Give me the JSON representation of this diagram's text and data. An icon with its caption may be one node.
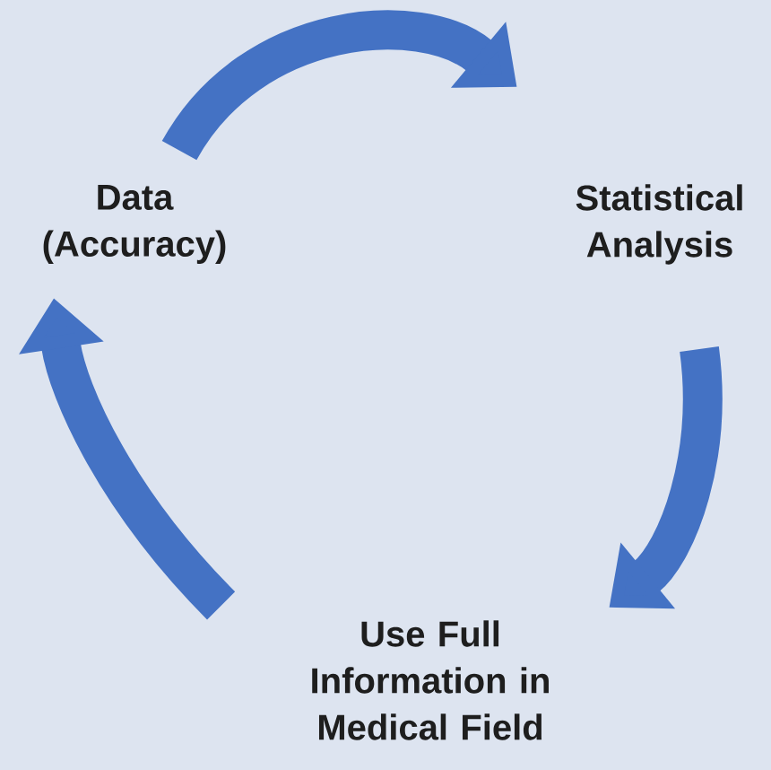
{
  "diagram": {
    "nodes": [
      {
        "text": [
          "Data (Accuracy)"
        ]
      },
      {
        "text": [
          "Statistical Analysis"
        ]
      },
      {
        "text": [
          "Use Full Information in Medical Field"
        ]
      }
    ],
    "edges": [
      {
        "from": 0,
        "to": 1,
        "arrow": "to"
      },
      {
        "from": 1,
        "to": 2,
        "arrow": "to"
      },
      {
        "from": 2,
        "to": 0,
        "arrow": "to"
      }
    ]
  }
}
